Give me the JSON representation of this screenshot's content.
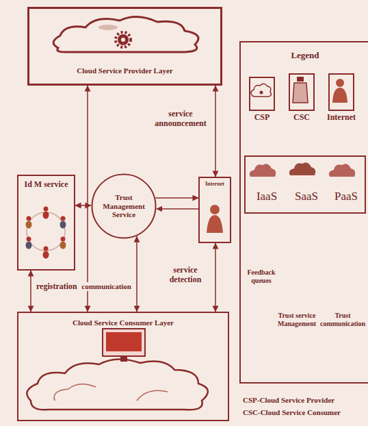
{
  "diagram": {
    "nodes": [
      {
        "text": [
          "Cloud Service Provider Layer"
        ]
      },
      {
        "text": [
          "Id M service"
        ]
      },
      {
        "text": [
          "Trust Management Service"
        ]
      },
      {
        "text": [
          "Internet"
        ]
      },
      {
        "text": [
          "Cloud Service Consumer Layer"
        ]
      },
      {
        "text": [
          "Legend"
        ]
      },
      {
        "text": [
          "CSP"
        ],
        "in": 5
      },
      {
        "text": [
          "CSC"
        ],
        "in": 5
      },
      {
        "text": [
          "Internet"
        ],
        "in": 5
      },
      {
        "text": [
          "IaaS",
          "SaaS",
          "PaaS"
        ],
        "in": 5
      }
    ],
    "edges": [
      {
        "from": 0,
        "to": 4,
        "arrow": "both"
      },
      {
        "from": 1,
        "to": 4,
        "arrow": "both",
        "label": "registration"
      },
      {
        "from": 1,
        "to": 2,
        "arrow": "both"
      },
      {
        "from": 2,
        "to": 4,
        "arrow": "both",
        "label": "communication"
      },
      {
        "from": 2,
        "to": 3,
        "arrow": "to"
      },
      {
        "from": 3,
        "to": 2,
        "arrow": "to"
      },
      {
        "from": 3,
        "to": 0,
        "arrow": "both",
        "label": "service announcement"
      },
      {
        "from": 3,
        "to": 4,
        "arrow": "both",
        "label": "service detection"
      }
    ],
    "labels": [
      "Feedback queues",
      "Trust service Management",
      "Trust communication",
      "CSP-Cloud Service Provider",
      "CSC-Cloud Service Consumer"
    ]
  }
}
